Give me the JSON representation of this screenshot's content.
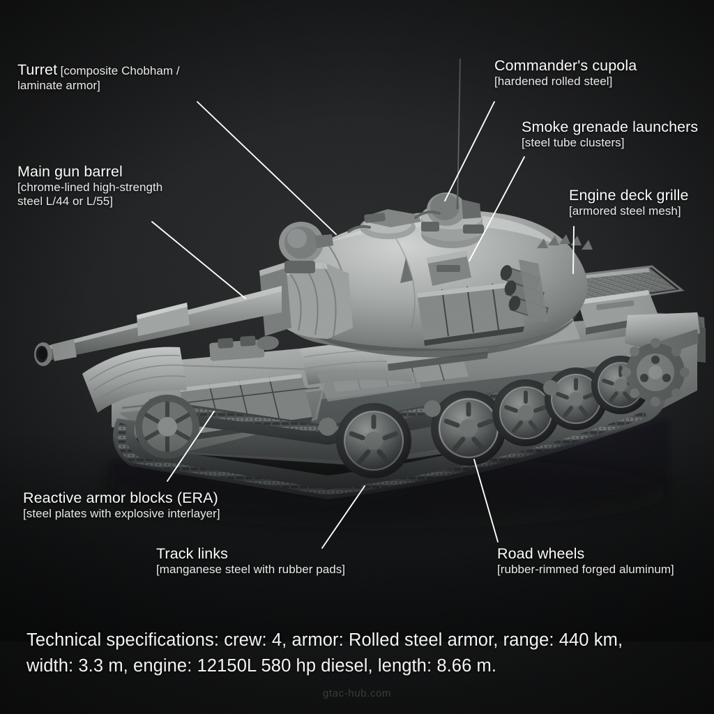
{
  "scene": {
    "subject": "main battle tank",
    "background_color": "#212224",
    "line_color": "#ffffff",
    "text_color": "#f7f7f7",
    "watermark": "gtac-hub.com"
  },
  "annotations": [
    {
      "id": "turret",
      "title": "Turret",
      "detail": "[composite Chobham / laminate armor]",
      "detail_line1": "[composite Chobham /",
      "detail_line2": "laminate armor]"
    },
    {
      "id": "main-gun-barrel",
      "title": "Main gun barrel",
      "detail": "[chrome-lined high-strength steel L/44 or L/55]",
      "detail_line1": "[chrome-lined high-strength",
      "detail_line2": "steel L/44 or L/55]"
    },
    {
      "id": "reactive-armor-blocks",
      "title": "Reactive armor blocks (ERA)",
      "detail": "[steel plates with explosive interlayer]"
    },
    {
      "id": "track-links",
      "title": "Track links",
      "detail": "[manganese steel with rubber pads]"
    },
    {
      "id": "road-wheels",
      "title": "Road wheels",
      "detail": "[rubber-rimmed forged aluminum]"
    },
    {
      "id": "commanders-cupola",
      "title": "Commander's cupola",
      "detail": "[hardened rolled steel]"
    },
    {
      "id": "smoke-grenade-launchers",
      "title": "Smoke grenade launchers",
      "detail": "[steel tube clusters]"
    },
    {
      "id": "engine-deck-grille",
      "title": "Engine deck grille",
      "detail": "[armored steel mesh]"
    }
  ],
  "specifications": {
    "line1": "Technical specifications: crew: 4, armor: Rolled steel armor, range: 440 km,",
    "line2": "width: 3.3 m, engine: 12150L 580 hp diesel, length: 8.66 m.",
    "fields": {
      "crew": "4",
      "armor": "Rolled steel armor",
      "range": "440 km",
      "width": "3.3 m",
      "engine": "12150L 580 hp diesel",
      "length": "8.66 m"
    }
  }
}
